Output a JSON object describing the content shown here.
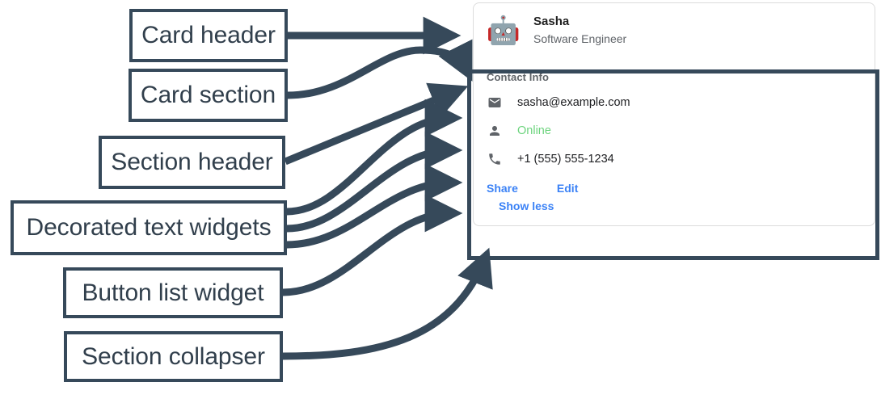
{
  "theme": {
    "annotation_color": "#36495a",
    "link_color": "#3b82f6",
    "status_online_color": "#6dd47e",
    "muted_text_color": "#5f6368",
    "body_text_color": "#202124",
    "card_border_color": "#dcdcdc",
    "page_background": "#ffffff"
  },
  "callouts": [
    {
      "id": "card-header",
      "label": "Card header"
    },
    {
      "id": "card-section",
      "label": "Card section"
    },
    {
      "id": "section-header",
      "label": "Section header"
    },
    {
      "id": "decorated-text",
      "label": "Decorated text widgets"
    },
    {
      "id": "button-list",
      "label": "Button list widget"
    },
    {
      "id": "section-collapser",
      "label": "Section collapser"
    }
  ],
  "card": {
    "header": {
      "avatar_icon": "robot-face-icon",
      "avatar_glyph": "🤖",
      "title": "Sasha",
      "subtitle": "Software Engineer"
    },
    "section": {
      "header": "Contact Info",
      "decorated_texts": [
        {
          "icon": "email-icon",
          "text": "sasha@example.com",
          "style": "default"
        },
        {
          "icon": "person-icon",
          "text": "Online",
          "style": "online"
        },
        {
          "icon": "phone-icon",
          "text": "+1 (555) 555-1234",
          "style": "default"
        }
      ],
      "buttons": [
        {
          "id": "share",
          "label": "Share"
        },
        {
          "id": "edit",
          "label": "Edit"
        }
      ],
      "collapser": {
        "label": "Show less"
      }
    }
  }
}
